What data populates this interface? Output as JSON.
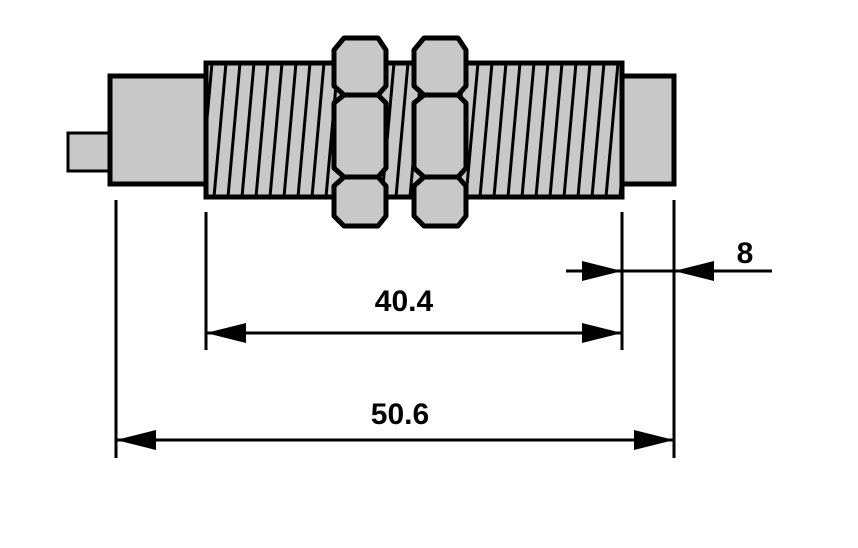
{
  "dimensions": {
    "thread_length": "40.4",
    "overall_length": "50.6",
    "end_length": "8"
  },
  "colors": {
    "body_fill": "#c8c8c8",
    "outline": "#000000",
    "background": "#ffffff"
  }
}
